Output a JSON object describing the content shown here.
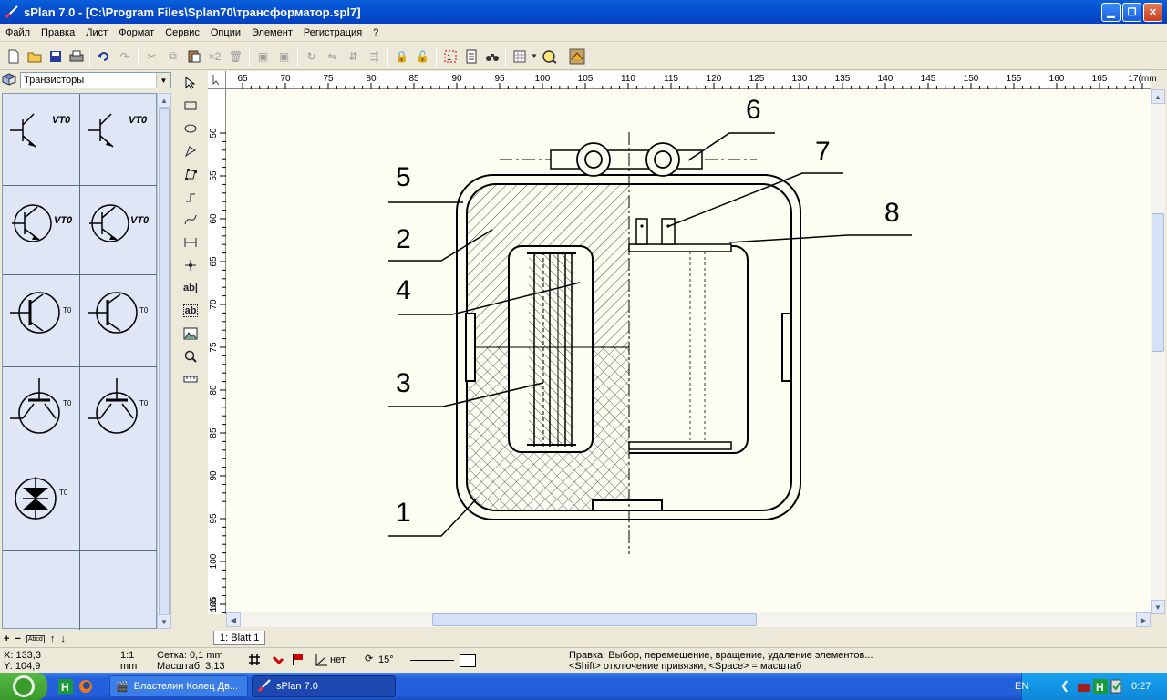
{
  "window": {
    "title": "sPlan 7.0 - [C:\\Program Files\\Splan70\\трансформатор.spl7]"
  },
  "menu": [
    "Файл",
    "Правка",
    "Лист",
    "Формат",
    "Сервис",
    "Опции",
    "Элемент",
    "Регистрация",
    "?"
  ],
  "toolbar": {
    "x2_label": "×2"
  },
  "library": {
    "selected": "Транзисторы",
    "cells": [
      {
        "label": "VT0",
        "kind": "bjt-npn"
      },
      {
        "label": "VT0",
        "kind": "bjt-pnp"
      },
      {
        "label": "VT0",
        "kind": "bjt-npn-circle"
      },
      {
        "label": "VT0",
        "kind": "bjt-pnp-circle"
      },
      {
        "label": "T0",
        "kind": "mosfet-n"
      },
      {
        "label": "T0",
        "kind": "mosfet-p"
      },
      {
        "label": "T0",
        "kind": "jfet-n"
      },
      {
        "label": "T0",
        "kind": "jfet-p"
      },
      {
        "label": "T0",
        "kind": "triac"
      }
    ]
  },
  "library_bottom": {
    "plus": "+",
    "minus": "−",
    "abcd": "Abcd",
    "up": "↑",
    "down": "↓"
  },
  "rulers": {
    "h_ticks": [
      "65",
      "70",
      "75",
      "80",
      "85",
      "90",
      "95",
      "100",
      "105",
      "110",
      "115",
      "120",
      "125",
      "130",
      "135",
      "140",
      "145",
      "150",
      "155",
      "160",
      "165",
      "17(mm"
    ],
    "v_ticks": [
      "50",
      "55",
      "60",
      "65",
      "70",
      "75",
      "80",
      "85",
      "90",
      "95",
      "100",
      "105"
    ],
    "v_unit": "mm"
  },
  "drawing": {
    "callouts": [
      "6",
      "7",
      "5",
      "8",
      "2",
      "4",
      "3",
      "1"
    ]
  },
  "sheet_tab": "1: Blatt 1",
  "status": {
    "x": "X: 133,3",
    "y": "Y: 104,9",
    "ratio": "1:1",
    "unit": "mm",
    "grid": "Сетка: 0,1 mm",
    "scale": "Масштаб:  3,13",
    "snap": "нет",
    "angle": "15°",
    "hint1": "Правка: Выбор, перемещение, вращение, удаление элементов...",
    "hint2": "<Shift> отключение привязки, <Space> = масштаб"
  },
  "taskbar": {
    "tasks": [
      "Властелин Колец Дв...",
      "sPlan 7.0"
    ],
    "lang": "EN",
    "time": "0:27"
  }
}
